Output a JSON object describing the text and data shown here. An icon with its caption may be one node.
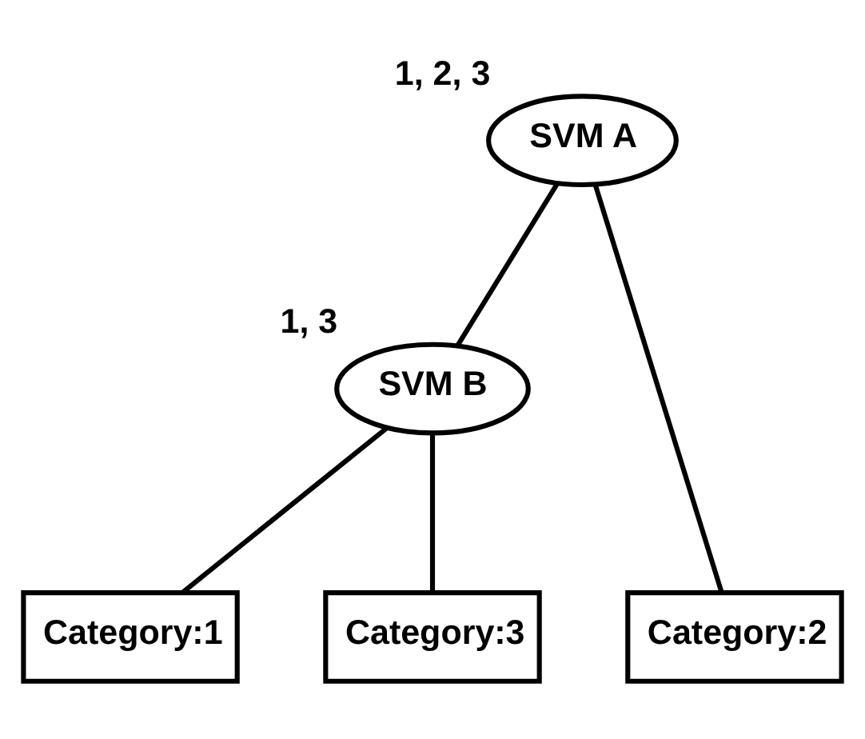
{
  "diagram": {
    "nodes": [
      {
        "text": [
          "SVM A"
        ],
        "beside": [
          "1, 2, 3"
        ]
      },
      {
        "text": [
          "SVM B"
        ],
        "beside": [
          "1, 3"
        ]
      },
      {
        "text": [
          "Category:1"
        ]
      },
      {
        "text": [
          "Category:3"
        ]
      },
      {
        "text": [
          "Category:2"
        ]
      }
    ],
    "edges": [
      {
        "from": 0,
        "to": 1,
        "arrow": "none"
      },
      {
        "from": 0,
        "to": 4,
        "arrow": "none"
      },
      {
        "from": 1,
        "to": 2,
        "arrow": "none"
      },
      {
        "from": 1,
        "to": 3,
        "arrow": "none"
      }
    ]
  }
}
